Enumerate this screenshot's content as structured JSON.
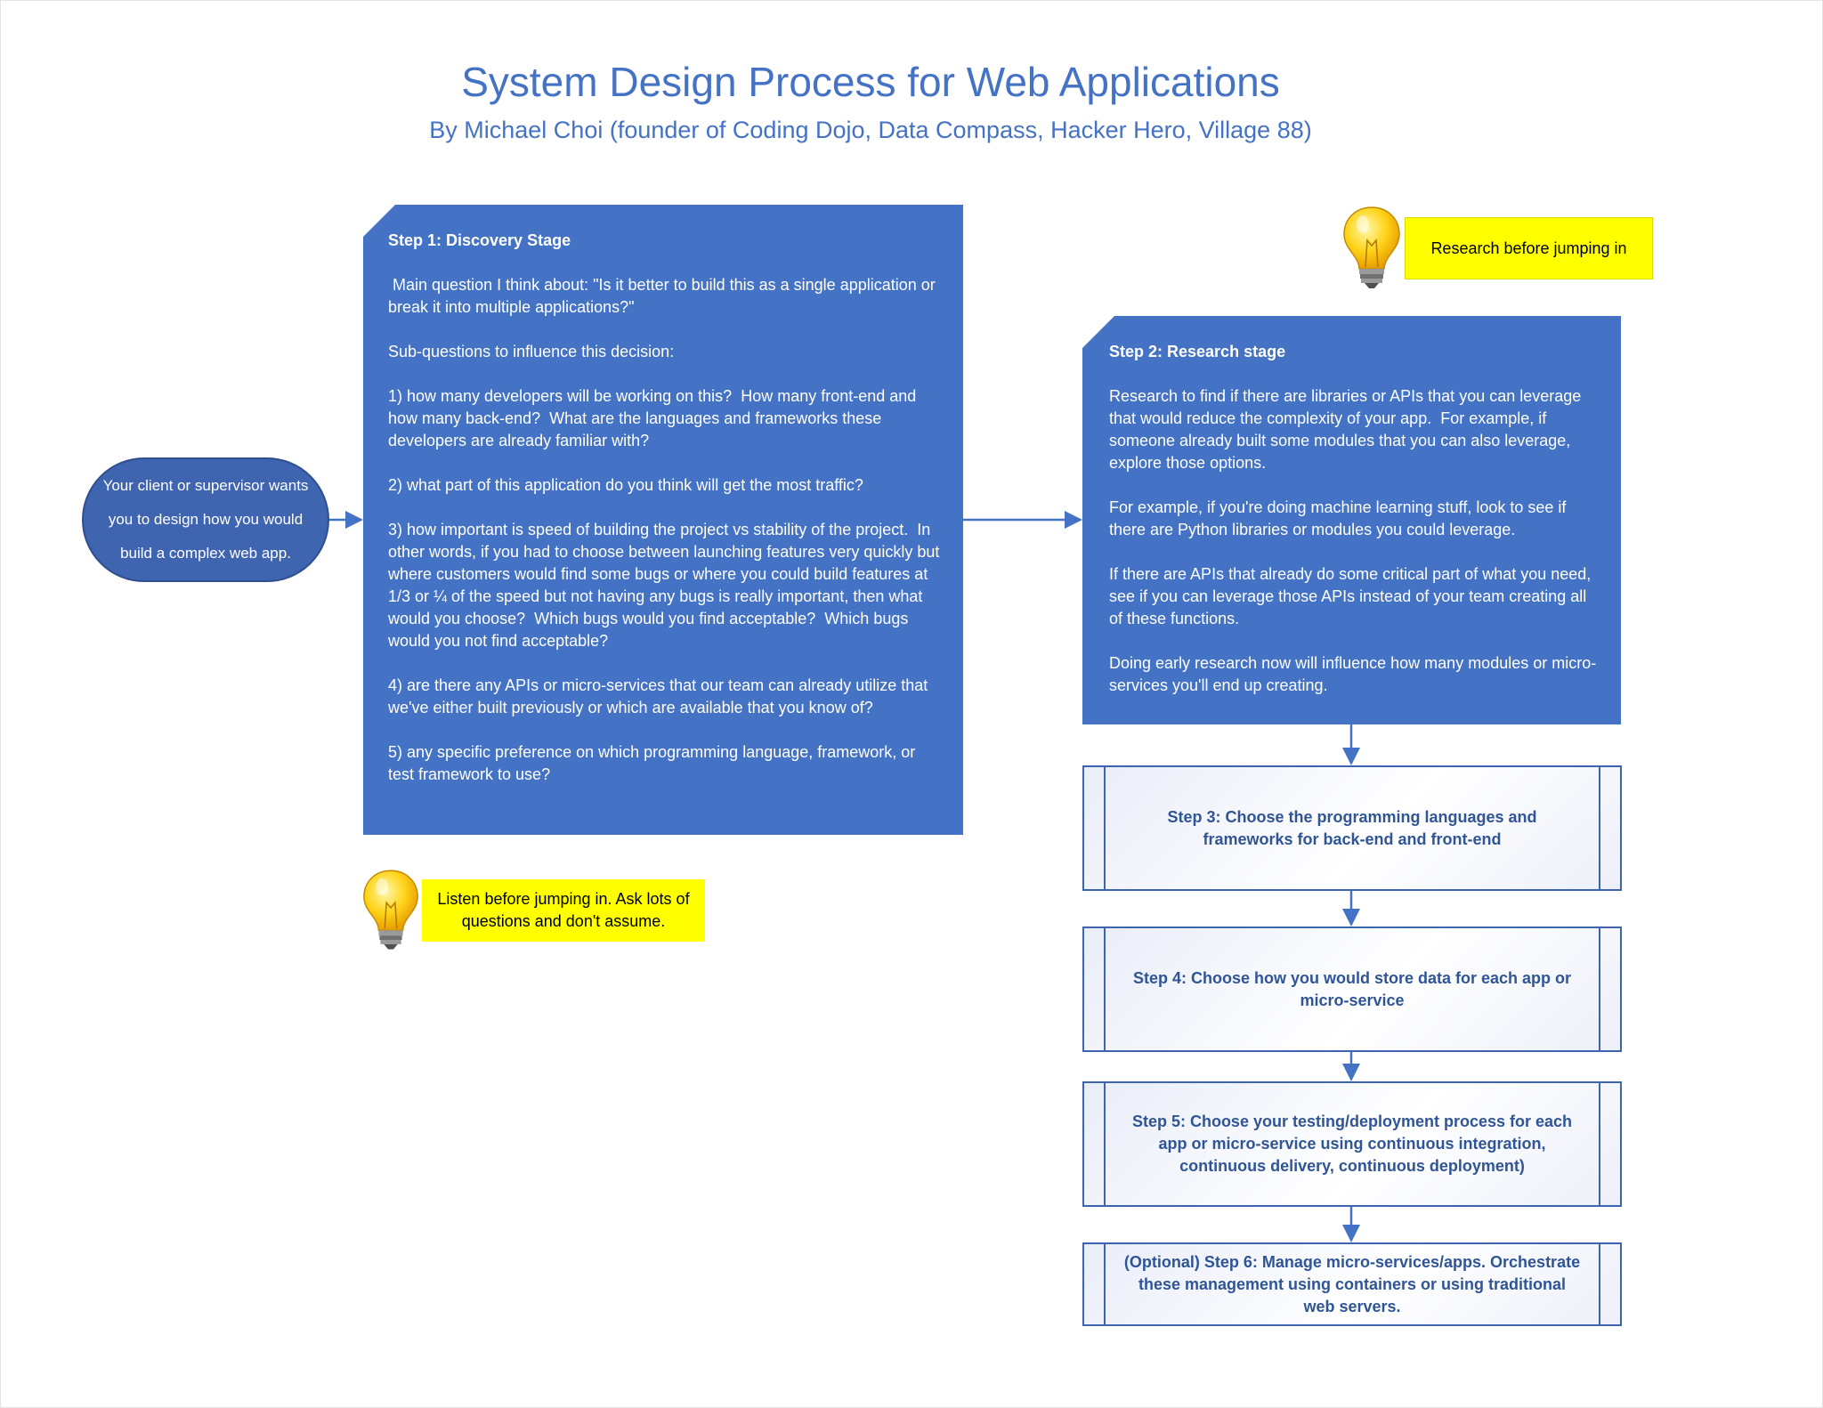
{
  "title": "System Design Process for Web Applications",
  "subtitle": "By Michael Choi (founder of Coding Dojo, Data Compass, Hacker Hero, Village 88)",
  "start": "Your client or supervisor wants you to design how you would build a complex web app.",
  "step1": {
    "title": "Step 1: Discovery Stage",
    "body": " Main question I think about: \"Is it better to build this as a single application or break it into multiple applications?\"\n\nSub-questions to influence this decision:\n\n1) how many developers will be working on this?  How many front-end and how many back-end?  What are the languages and frameworks these developers are already familiar with?\n\n2) what part of this application do you think will get the most traffic?\n\n3) how important is speed of building the project vs stability of the project.  In other words, if you had to choose between launching features very quickly but where customers would find some bugs or where you could build features at 1/3 or ¼ of the speed but not having any bugs is really important, then what would you choose?  Which bugs would you find acceptable?  Which bugs would you not find acceptable?\n\n4) are there any APIs or micro-services that our team can already utilize that we've either built previously or which are available that you know of?\n\n5) any specific preference on which programming language, framework, or test framework to use?"
  },
  "step2": {
    "title": "Step 2: Research stage",
    "body": "Research to find if there are libraries or APIs that you can leverage that would reduce the complexity of your app.  For example, if someone already built some modules that you can also leverage, explore those options.\n\nFor example, if you're doing machine learning stuff, look to see if there are Python libraries or modules you could leverage.\n\nIf there are APIs that already do some critical part of what you need, see if you can leverage those APIs instead of your team creating all of these functions.\n\nDoing early research now will influence how many modules or micro-services you'll end up creating."
  },
  "step3": "Step 3: Choose the programming  languages and frameworks for back-end and front-end",
  "step4": "Step 4: Choose how you would store data for each app or micro-service",
  "step5": "Step 5: Choose your testing/deployment process for each app or micro-service using continuous integration, continuous delivery, continuous deployment)",
  "step6": "(Optional) Step 6: Manage micro-services/apps. Orchestrate these management using containers or using traditional web servers.",
  "tips": {
    "research": "Research before jumping in",
    "listen": "Listen before jumping in. Ask lots of questions and don't assume."
  },
  "icons": {
    "tip_icon": "lightbulb-icon",
    "connector": "arrow-icon"
  },
  "colors": {
    "accent": "#4472c4",
    "box_fill": "#4472c4",
    "start_fill": "#3f64b0",
    "tip_fill": "#ffff00",
    "process_text": "#2f5597"
  }
}
